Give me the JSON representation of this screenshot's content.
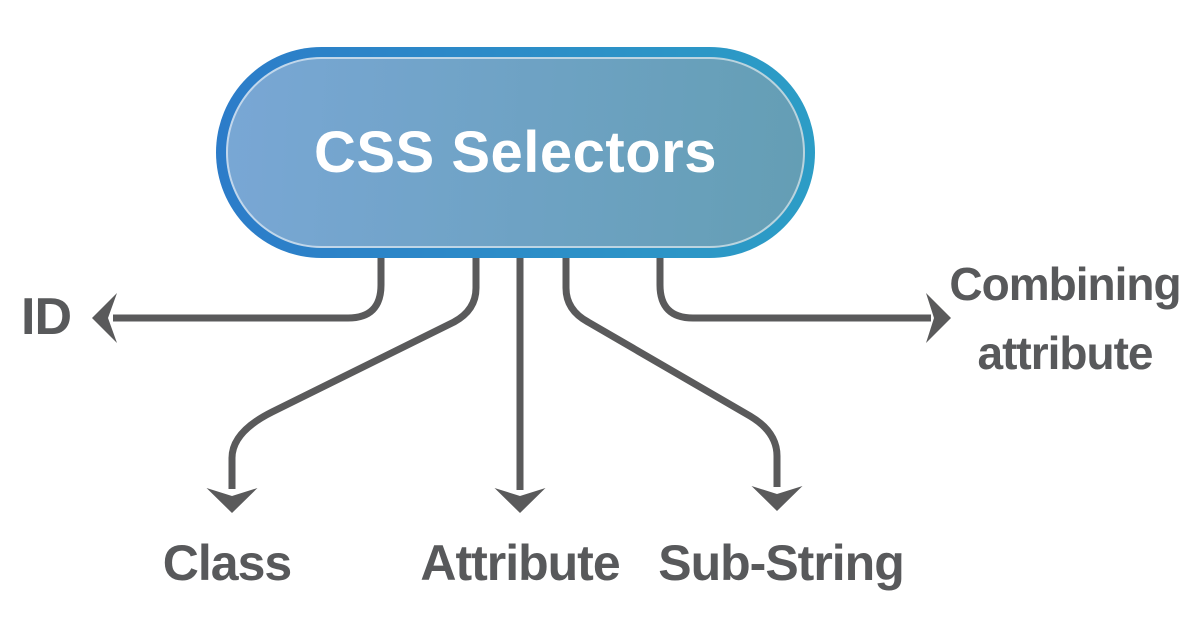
{
  "theme": {
    "background": "#ffffff",
    "pill_border_left": "#2c7cc9",
    "pill_border_right": "#2c9dc6",
    "pill_fill_left": "#79a7d5",
    "pill_fill_right": "#649eb4",
    "line_color": "#5a5a5b",
    "label_color": "#58595b",
    "title_color": "#ffffff"
  },
  "diagram": {
    "type": "mind-map",
    "title": "CSS Selectors",
    "nodes": [
      {
        "label": "ID",
        "position": "left"
      },
      {
        "label": "Class",
        "position": "bottom-left"
      },
      {
        "label": "Attribute",
        "position": "bottom-center"
      },
      {
        "label": "Sub-String",
        "position": "bottom-right"
      },
      {
        "label": "Combining attribute",
        "position": "right"
      }
    ]
  }
}
